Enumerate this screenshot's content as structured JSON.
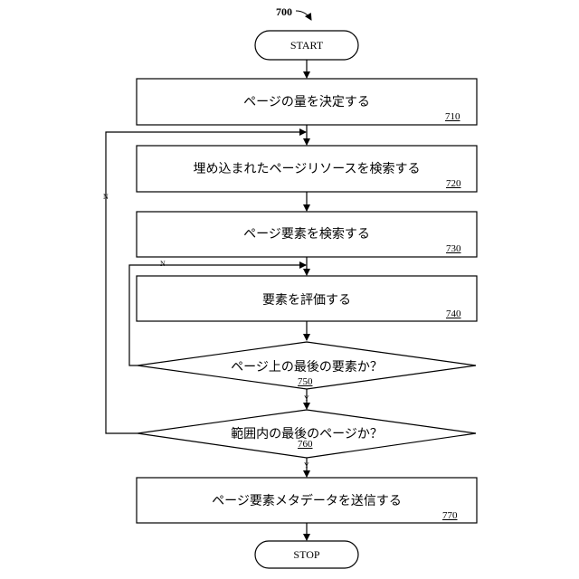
{
  "figure": {
    "number": "700"
  },
  "terminals": {
    "start": "START",
    "stop": "STOP"
  },
  "steps": [
    {
      "id": "710",
      "text": "ページの量を決定する",
      "ref": "710"
    },
    {
      "id": "720",
      "text": "埋め込まれたページリソースを検索する",
      "ref": "720"
    },
    {
      "id": "730",
      "text": "ページ要素を検索する",
      "ref": "730"
    },
    {
      "id": "740",
      "text": "要素を評価する",
      "ref": "740"
    },
    {
      "id": "770",
      "text": "ページ要素メタデータを送信する",
      "ref": "770"
    }
  ],
  "decisions": [
    {
      "id": "750",
      "text": "ページ上の最後の要素か？",
      "ref": "750",
      "yes": "Y",
      "no": "N"
    },
    {
      "id": "760",
      "text": "範囲内の最後のページか？",
      "ref": "760",
      "yes": "Y",
      "no": "N"
    }
  ]
}
